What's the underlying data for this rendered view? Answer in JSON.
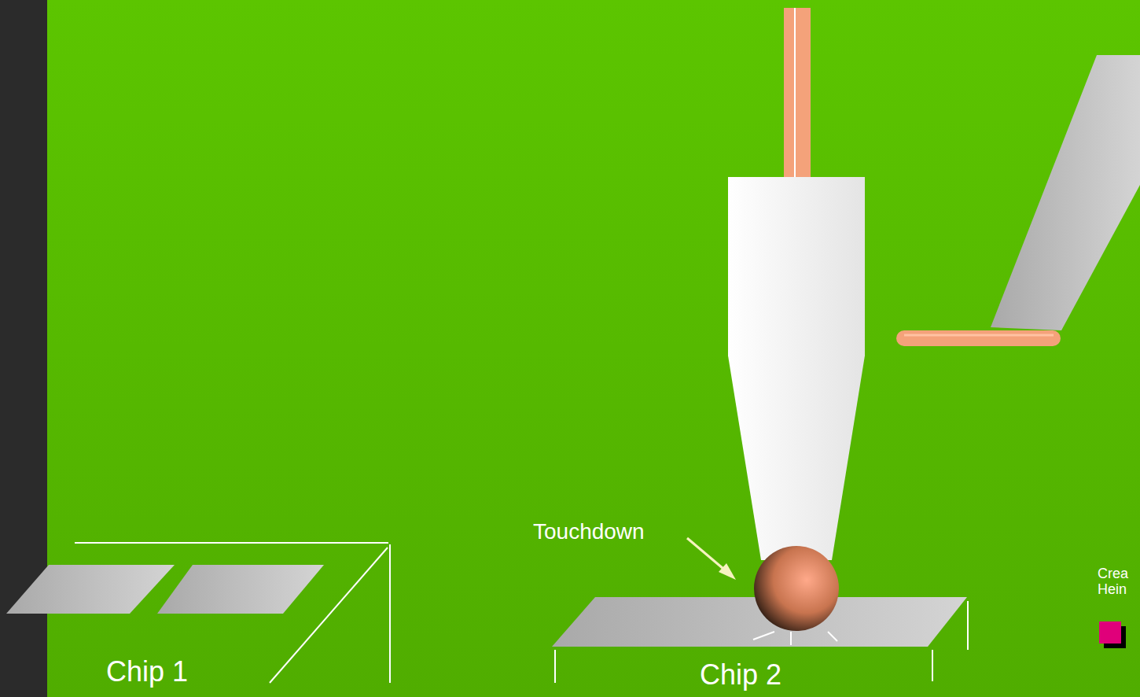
{
  "diagram": {
    "labels": [
      "Chip 1",
      "Chip 2",
      "Touchdown",
      "Crea",
      "Hein"
    ]
  }
}
